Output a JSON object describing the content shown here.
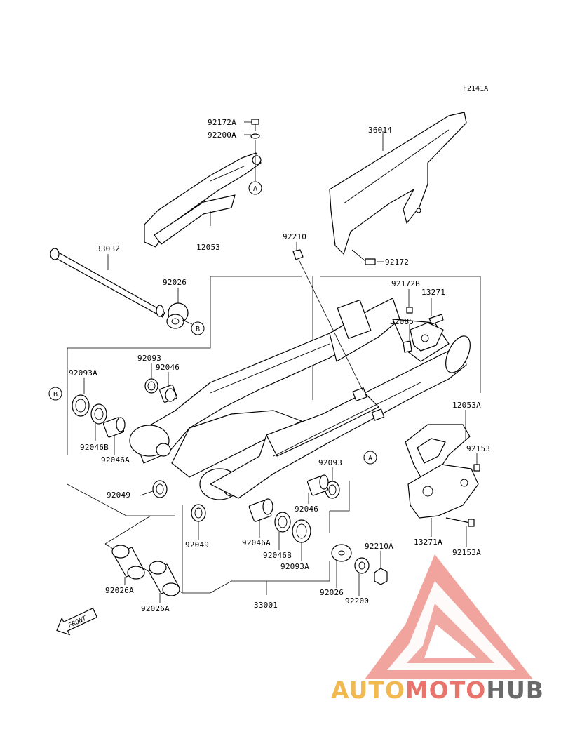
{
  "figure_code": "F2141A",
  "front_arrow_label": "FRONT",
  "ref_a": "A",
  "ref_b": "B",
  "parts": {
    "p92172A": "92172A",
    "p92200A": "92200A",
    "p36014": "36014",
    "p12053": "12053",
    "p33032": "33032",
    "p92210": "92210",
    "p92172": "92172",
    "p92026_top": "92026",
    "p92172B": "92172B",
    "p13271": "13271",
    "p32085": "32085",
    "p92093_left": "92093",
    "p92046_left": "92046",
    "p92093A_left": "92093A",
    "p12053A": "12053A",
    "p92153": "92153",
    "p92046B_left": "92046B",
    "p92046A_left": "92046A",
    "p92093_right": "92093",
    "p92049_a": "92049",
    "p92046_right": "92046",
    "p92049_b": "92049",
    "p92046A_right": "92046A",
    "p92046B_right": "92046B",
    "p92093A_right": "92093A",
    "p92210A": "92210A",
    "p13271A": "13271A",
    "p92153A": "92153A",
    "p92026_bottom": "92026",
    "p92200": "92200",
    "p92026A_a": "92026A",
    "p92026A_b": "92026A",
    "p33001": "33001"
  },
  "watermark": {
    "part1": "AUTO",
    "part2": "MOTO",
    "part3": "HUB",
    "color1": "#f2b950",
    "color2": "#e9746b",
    "color3": "#6a6a6a"
  }
}
